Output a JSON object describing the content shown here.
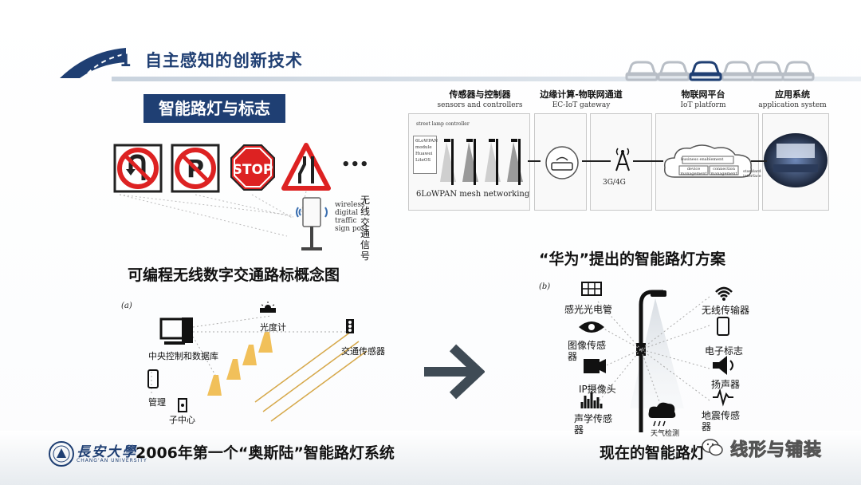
{
  "header": {
    "section_number": "1",
    "section_title": "自主感知的创新技术"
  },
  "badge": {
    "label": "智能路灯与标志"
  },
  "sign_panel": {
    "ellipsis": "•••",
    "stop_text": "STOP",
    "post_label_lines": [
      "wireless",
      "digital",
      "traffic",
      "sign post"
    ],
    "vertical_label": "无线交通信号",
    "caption": "可编程无线数字交通路标概念图"
  },
  "huawei_panel": {
    "columns": [
      {
        "cn": "传感器与控制器",
        "en": "sensors and controllers"
      },
      {
        "cn": "边缘计算-物联网通道",
        "en": "EC-IoT gateway"
      },
      {
        "cn": "物联网平台",
        "en": "IoT platform"
      },
      {
        "cn": "应用系统",
        "en": "application system"
      }
    ],
    "street_lamp_controller": "street lamp controller",
    "module_lines": [
      "6LoWPAN",
      "module",
      "Huawei",
      "LiteOS"
    ],
    "mesh_label": "6LoWPAN mesh networking",
    "network_label": "3G/4G",
    "cloud_lines": [
      "business enablement",
      "device management",
      "connection management"
    ],
    "standard_interface": [
      "standard",
      "interface"
    ],
    "caption": "“华为”提出的智能路灯方案"
  },
  "osram_panel": {
    "tag": "(a)",
    "labels": {
      "light_meter": "光度计",
      "central": "中央控制和数据库",
      "traffic_sensor": "交通传感器",
      "management": "管理",
      "sub_center": "子中心"
    },
    "caption": "2006年第一个“奥斯陆”智能路灯系统"
  },
  "modern_panel": {
    "tag": "(b)",
    "left_labels": [
      "感光光电管",
      "图像传感器",
      "IP摄像头",
      "声学传感器"
    ],
    "right_labels": [
      "无线传输器",
      "电子标志",
      "扬声器",
      "地震传感器"
    ],
    "bottom_label": "天气检测",
    "caption": "现在的智能路灯"
  },
  "footer": {
    "university": "長安大學",
    "university_en": "CHANG'AN UNIVERSITY",
    "watermark": "线形与铺装"
  }
}
